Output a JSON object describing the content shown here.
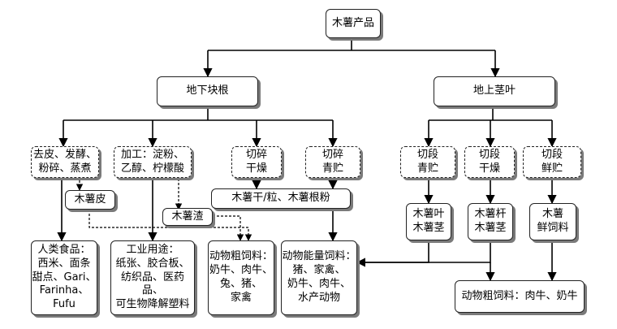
{
  "root": "木薯产品",
  "branches": {
    "underground": "地下块根",
    "aboveground": "地上茎叶"
  },
  "processes": {
    "p1": "去皮、发酵、\n粉碎、蒸煮",
    "p2": "加工：淀粉、\n乙醇、柠檬酸",
    "p3": "切碎\n干燥",
    "p4": "切碎\n青贮",
    "p5": "切段\n青贮",
    "p6": "切段\n干燥",
    "p7": "切段\n鲜贮"
  },
  "intermediates": {
    "peel": "木薯皮",
    "residue": "木薯渣",
    "dry_products": "木薯干/粒、木薯根粉",
    "leaf_stem": "木薯叶\n木薯茎",
    "stalk_stem": "木薯杆\n木薯茎",
    "fresh_feed": "木薯\n鲜饲料"
  },
  "uses": {
    "human_food": "人类食品：\n西米、面条\n甜点、Gari、\nFarinha、Fufu",
    "industrial": "工业用途：\n纸张、胶合板、\n纺织品、医药品、\n可生物降解塑料",
    "roughage": "动物粗饲料：\n奶牛、肉牛、\n兔、猪、\n家禽",
    "energy_feed": "动物能量饲料：\n猪、家禽、\n奶牛、肉牛、\n水产动物",
    "roughage_beef": "动物粗饲料：肉牛、奶牛"
  }
}
